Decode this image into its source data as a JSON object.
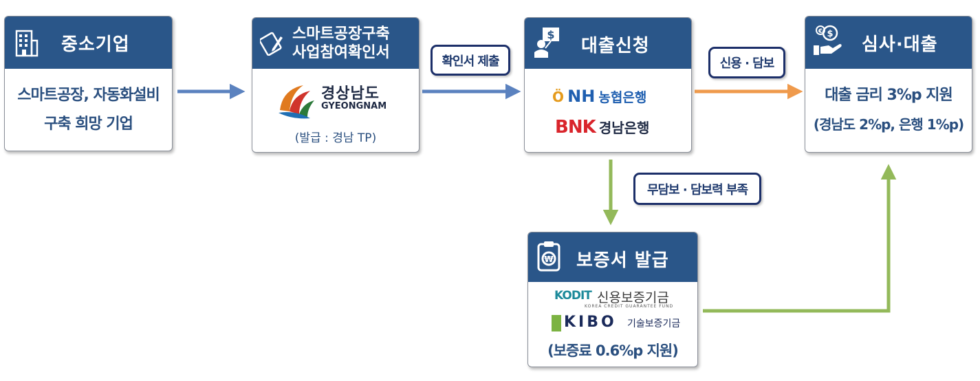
{
  "boxes": {
    "sme": {
      "title": "중소기업",
      "lines": [
        "스마트공장, 자동화설비",
        "구축 희망 기업"
      ],
      "icon": "building-icon"
    },
    "cert": {
      "title_lines": [
        "스마트공장구축",
        "사업참여확인서"
      ],
      "issuer_kr": "경상남도",
      "issuer_en": "GYEONGNAM",
      "note": "(발급 : 경남 TP)",
      "icon": "pen-document-icon"
    },
    "loan_apply": {
      "title": "대출신청",
      "bank1_mark": "Ö",
      "bank1_latin": "NH",
      "bank1_kr": "농협은행",
      "bank2_latin": "BNK",
      "bank2_kr": "경남은행",
      "icon": "presenter-dollar-icon"
    },
    "review": {
      "title": "심사·대출",
      "lines": [
        "대출 금리 3%p 지원",
        "(경남도 2%p, 은행 1%p)"
      ],
      "icon": "hand-coins-icon"
    },
    "guarantee": {
      "title": "보증서 발급",
      "org1_latin": "KODIT",
      "org1_kr": "신용보증기금",
      "org1_en": "KOREA CREDIT GUARANTEE FUND",
      "org2_latin": "KIBO",
      "org2_kr": "기술보증기금",
      "note": "(보증료 0.6%p 지원)",
      "icon": "clipboard-won-icon"
    }
  },
  "labels": {
    "submit": "확인서 제출",
    "collateral": "신용 · 담보",
    "no_collateral": "무담보 · 담보력 부족"
  },
  "colors": {
    "header": "#2a5689",
    "arrow_blue": "#5b82bf",
    "arrow_orange": "#ef9a4c",
    "arrow_green": "#93b95a",
    "pill_border": "#1c2f69"
  }
}
